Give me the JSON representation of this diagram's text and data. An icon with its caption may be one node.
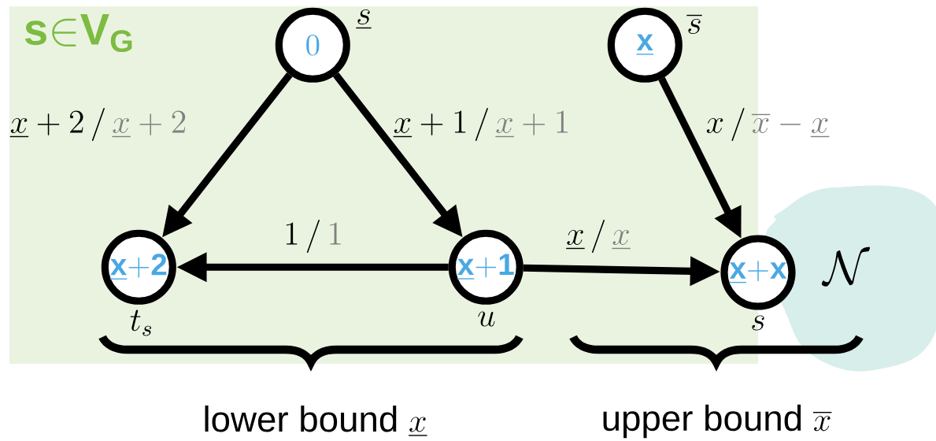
{
  "diagram": {
    "nodes": [
      {
        "text": [
          "\\mathbf{s}{\\in}\\mathbf{V}_{\\mathbf{G}}"
        ]
      },
      {
        "text": [
          "0"
        ],
        "beside": [
          "\\underline{s}"
        ],
        "in": 0
      },
      {
        "text": [
          "\\underline{\\mathbf{x}}"
        ],
        "beside": [
          "\\overline{s}"
        ],
        "in": 0
      },
      {
        "text": [
          "\\underline{\\mathbf{x}}{+}\\mathbf{2}"
        ],
        "beside": [
          "t_s"
        ],
        "in": 0
      },
      {
        "text": [
          "\\underline{\\mathbf{x}}{+}\\mathbf{1}"
        ],
        "beside": [
          "u"
        ],
        "in": 0
      },
      {
        "text": [
          "\\underline{\\mathbf{x}}{+}\\mathbf{x}"
        ],
        "beside": [
          "s"
        ]
      },
      {
        "text": [
          "\\mathcal{N}"
        ]
      }
    ],
    "edges": [
      {
        "from": 1,
        "to": 3,
        "arrow": "to",
        "label": "\\underline{x}+2\\,/\\,{\\color{gray}\\underline{x}+2}"
      },
      {
        "from": 1,
        "to": 4,
        "arrow": "to",
        "label": "\\underline{x}+1\\,/\\,{\\color{gray}\\underline{x}+1}"
      },
      {
        "from": 2,
        "to": 5,
        "arrow": "to",
        "label": "x\\,/\\,{\\color{gray}\\overline{x}-\\underline{x}}"
      },
      {
        "from": 4,
        "to": 3,
        "arrow": "to",
        "label": "1\\,/\\,{\\color{gray}1}"
      },
      {
        "from": 4,
        "to": 5,
        "arrow": "to",
        "label": "\\underline{x}\\,/\\,{\\color{gray}\\underline{x}}"
      }
    ],
    "labels": [
      "\\mbox{lower bound }\\underline{x}",
      "\\mbox{upper bound }\\overline{x}"
    ]
  }
}
